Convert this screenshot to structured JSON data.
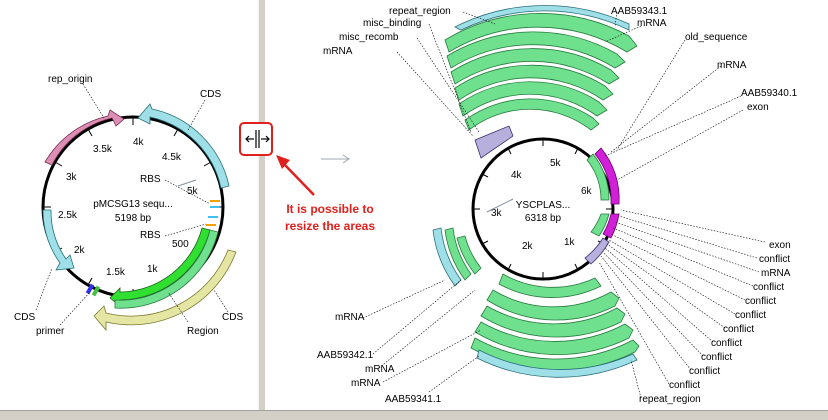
{
  "left_map": {
    "center_name": "pMCSG13 sequ...",
    "center_length": "5198 bp",
    "ticks": [
      "4k",
      "4.5k",
      "3.5k",
      "3k",
      "2.5k",
      "2k",
      "1.5k",
      "1k",
      "500",
      "5k"
    ],
    "labels": {
      "rep_origin": "rep_origin",
      "cds_top": "CDS",
      "rbs1": "RBS",
      "rbs2": "RBS",
      "cds_left": "CDS",
      "primer": "primer",
      "region": "Region",
      "cds_bottom": "CDS"
    }
  },
  "splitter": {
    "icon": "resize-splitter-icon",
    "note_line1": "It is possible to",
    "note_line2": "resize the areas"
  },
  "right_map": {
    "center_name": "YSCPLAS...",
    "center_length": "6318 bp",
    "ticks": [
      "5k",
      "4k",
      "6k",
      "3k",
      "2k",
      "1k"
    ],
    "top_labels": {
      "repeat_region": "repeat_region",
      "misc_binding": "misc_binding",
      "misc_recomb": "misc_recomb",
      "mrna_a": "mRNA",
      "aab59343": "AAB59343.1",
      "mrna_b": "mRNA",
      "old_sequence": "old_sequence",
      "mrna_c": "mRNA",
      "aab59340": "AAB59340.1",
      "exon_a": "exon"
    },
    "right_labels": [
      "exon",
      "conflict",
      "mRNA",
      "conflict",
      "conflict",
      "conflict",
      "conflict",
      "conflict",
      "conflict",
      "conflict",
      "conflict",
      "repeat_region"
    ],
    "left_labels": [
      "mRNA",
      "AAB59342.1",
      "mRNA",
      "mRNA",
      "AAB59341.1"
    ]
  },
  "colors": {
    "green": "#6ee08e",
    "cyan": "#9fe0e8",
    "pink": "#dc8fb4",
    "yellow": "#e6e6a4",
    "purple": "#b8b0dc",
    "magenta": "#d020d8",
    "lime": "#30e030",
    "note_red": "#e0201c"
  }
}
